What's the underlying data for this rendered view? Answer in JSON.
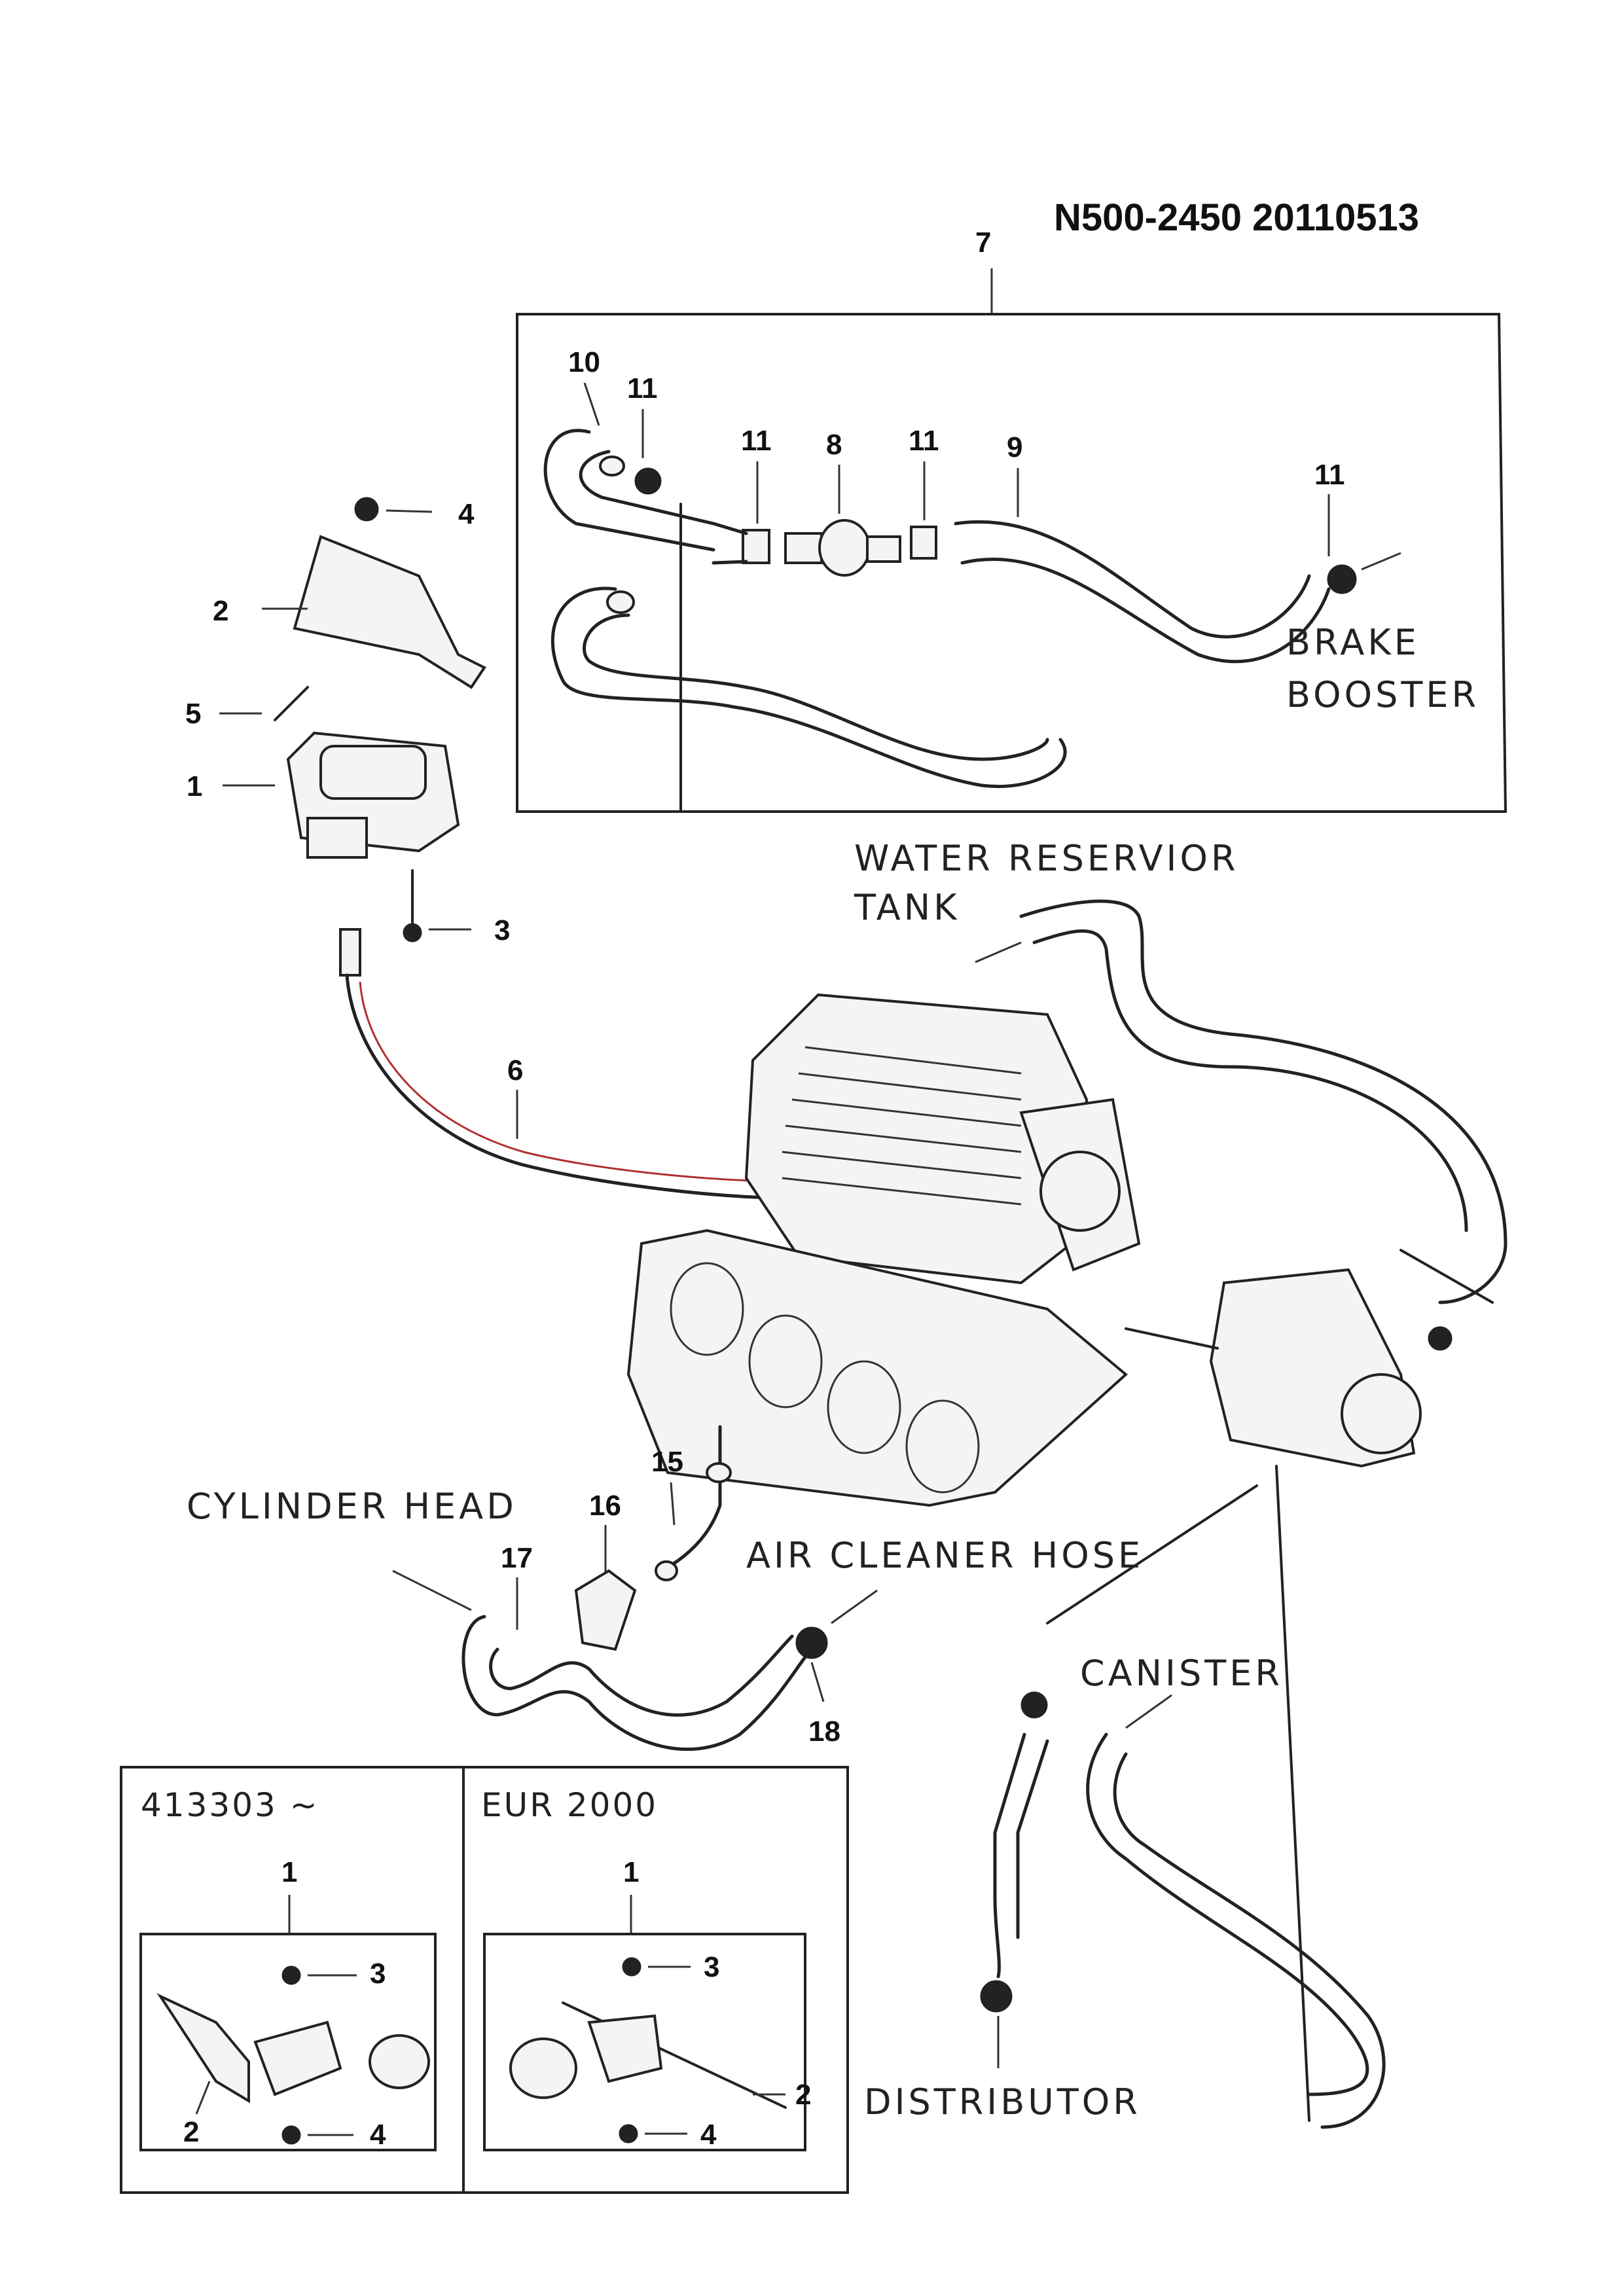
{
  "header": {
    "doc_code": "N500-2450  20110513"
  },
  "labels": {
    "brake_booster_1": "BRAKE",
    "brake_booster_2": "BOOSTER",
    "water_1": "WATER RESERVIOR",
    "water_2": "TANK",
    "cylinder_head": "CYLINDER HEAD",
    "air_cleaner": "AIR CLEANER HOSE",
    "canister": "CANISTER",
    "distributor": "DISTRIBUTOR"
  },
  "callouts": {
    "n1": "1",
    "n2": "2",
    "n3": "3",
    "n4": "4",
    "n5": "5",
    "n6": "6",
    "n7": "7",
    "n8": "8",
    "n9": "9",
    "n10": "10",
    "n11": "11",
    "n15": "15",
    "n16": "16",
    "n17": "17",
    "n18": "18"
  },
  "variants": {
    "left_title": "413303 ~",
    "right_title": "EUR 2000"
  }
}
